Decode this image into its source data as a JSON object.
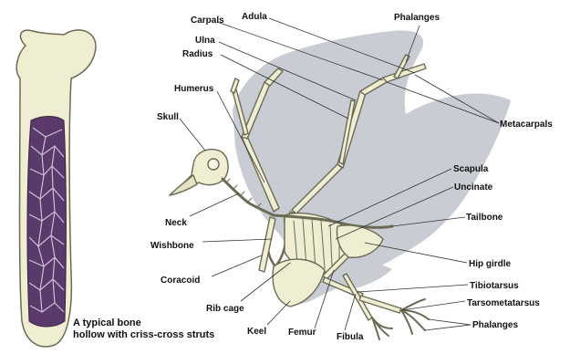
{
  "bone": {
    "caption_line1": "A typical bone",
    "caption_line2": "hollow with criss-cross struts"
  },
  "labels": {
    "carpals": "Carpals",
    "adula": "Adula",
    "ulna": "Ulna",
    "radius": "Radius",
    "humerus": "Humerus",
    "skull": "Skull",
    "neck": "Neck",
    "wishbone": "Wishbone",
    "coracoid": "Coracoid",
    "rib_cage": "Rib cage",
    "keel": "Keel",
    "femur": "Femur",
    "fibula": "Fibula",
    "phalanges_top": "Phalanges",
    "metacarpals": "Metacarpals",
    "scapula": "Scapula",
    "uncinate": "Uncinate",
    "tailbone": "Tailbone",
    "hip_girdle": "Hip girdle",
    "tibiotarsus": "Tibiotarsus",
    "tarsometatarsus": "Tarsometatarsus",
    "phalanges_bottom": "Phalanges"
  },
  "colors": {
    "bone": "#efeed2",
    "bone_outline": "#6b6b55",
    "marrow": "#5a3a6a",
    "silhouette": "#c9ccd3",
    "leader": "#333333"
  }
}
